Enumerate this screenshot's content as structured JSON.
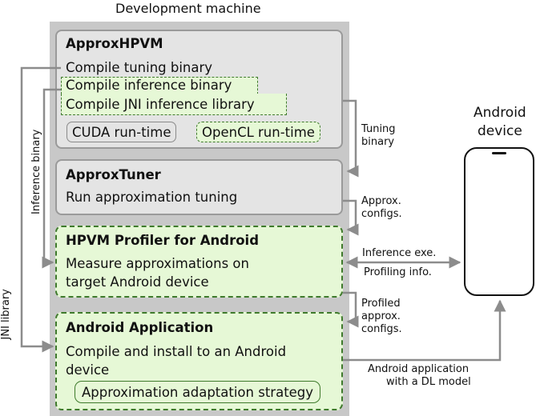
{
  "title": "Development machine",
  "approxhpvm": {
    "title": "ApproxHPVM",
    "line1": "Compile tuning binary",
    "line2": "Compile inference binary",
    "line3": "Compile JNI inference library",
    "cuda": "CUDA run-time",
    "opencl": "OpenCL run-time"
  },
  "approxtuner": {
    "title": "ApproxTuner",
    "line1": "Run approximation tuning"
  },
  "profiler": {
    "title": "HPVM Profiler for Android",
    "line1": "Measure approximations on",
    "line2": "target Android device"
  },
  "app": {
    "title": "Android Application",
    "line1": "Compile and install to an Android",
    "line2": "device",
    "strategy": "Approximation adaptation strategy"
  },
  "device": {
    "line1": "Android",
    "line2": "device"
  },
  "labels": {
    "tuning_binary_1": "Tuning",
    "tuning_binary_2": "binary",
    "approx_configs_1": "Approx.",
    "approx_configs_2": "configs.",
    "inference_exe": "Inference exe.",
    "profiling_info": "Profiling info.",
    "profiled_1": "Profiled",
    "profiled_2": "approx.",
    "profiled_3": "configs.",
    "android_app_1": "Android application",
    "android_app_2": "with a DL model",
    "inference_binary": "Inference binary",
    "jni_library": "JNI library"
  },
  "colors": {
    "panel": "#c8c8c8",
    "gray_box": "#e4e4e4",
    "green_box": "#e6f8d6",
    "green_border": "#3f7a2c",
    "arrow": "#8c8c8c"
  }
}
